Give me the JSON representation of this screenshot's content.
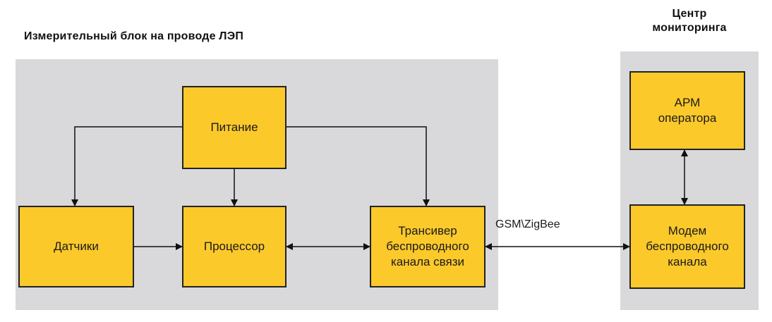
{
  "diagram": {
    "left_group_title": "Измерительный блок на проводе ЛЭП",
    "right_group_title": [
      "Центр",
      "мониторинга"
    ],
    "nodes": {
      "power": [
        "Питание"
      ],
      "sensors": [
        "Датчики"
      ],
      "processor": [
        "Процессор"
      ],
      "transceiver": [
        "Трансивер",
        "беспроводного",
        "канала связи"
      ],
      "operator_ws": [
        "АРМ",
        "оператора"
      ],
      "modem": [
        "Модем",
        "беспроводного",
        "канала"
      ]
    },
    "link_label": "GSM\\ZigBee",
    "edges": [
      {
        "from": "power",
        "to": "sensors",
        "direction": "forward"
      },
      {
        "from": "power",
        "to": "processor",
        "direction": "forward"
      },
      {
        "from": "power",
        "to": "transceiver",
        "direction": "forward"
      },
      {
        "from": "sensors",
        "to": "processor",
        "direction": "forward"
      },
      {
        "from": "processor",
        "to": "transceiver",
        "direction": "both"
      },
      {
        "from": "transceiver",
        "to": "modem",
        "direction": "both"
      },
      {
        "from": "modem",
        "to": "operator_ws",
        "direction": "both"
      }
    ],
    "colors": {
      "box_fill": "#fcc92b",
      "panel": "#d9d9db",
      "stroke": "#222222"
    }
  }
}
